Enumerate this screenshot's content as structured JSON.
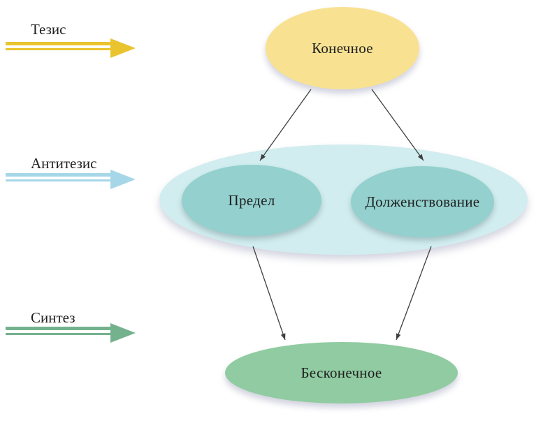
{
  "legend": {
    "thesis": {
      "label": "Тезис",
      "color": "#EAC42F"
    },
    "antithesis": {
      "label": "Антитезис",
      "color": "#A6D7E8"
    },
    "synthesis": {
      "label": "Синтез",
      "color": "#74B28E"
    }
  },
  "diagram": {
    "nodes": {
      "finite": {
        "label": "Конечное",
        "fill": "#F8E292"
      },
      "antithesis_group": {
        "fill": "#D2EDEF"
      },
      "limit": {
        "label": "Предел",
        "fill": "#93D0CE"
      },
      "ought": {
        "label": "Долженствование",
        "fill": "#93D0CE"
      },
      "infinite": {
        "label": "Бесконечное",
        "fill": "#90CBA1"
      }
    },
    "edges": [
      {
        "from": "finite",
        "to": "limit"
      },
      {
        "from": "finite",
        "to": "ought"
      },
      {
        "from": "limit",
        "to": "infinite"
      },
      {
        "from": "ought",
        "to": "infinite"
      }
    ],
    "edge_color": "#3f3f3f"
  },
  "text_color": "#1f1f1f"
}
